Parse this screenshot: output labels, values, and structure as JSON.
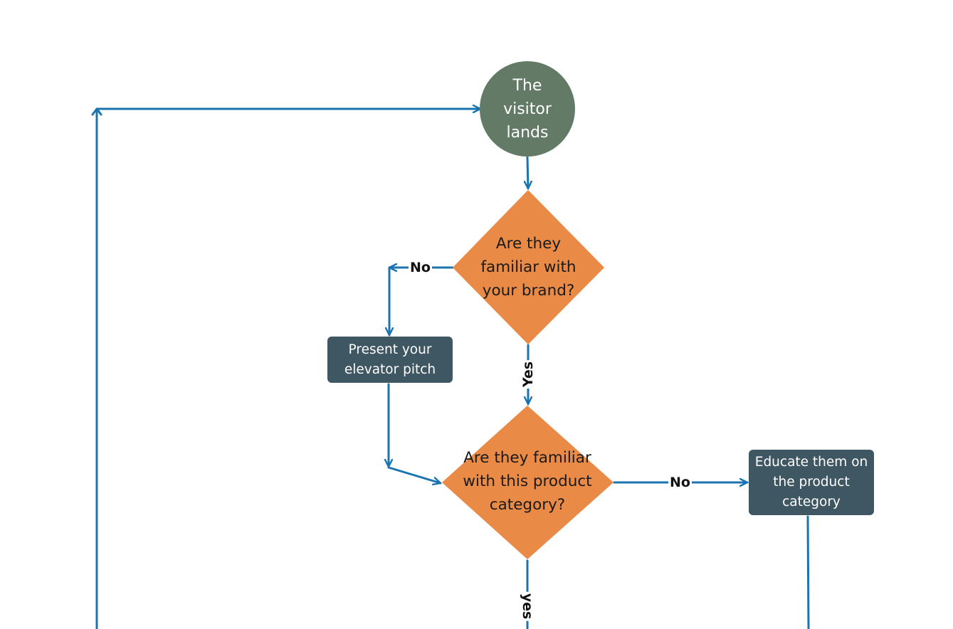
{
  "colors": {
    "connector": "#1a74b0",
    "start_node": "#637a66",
    "decision_node": "#e98a46",
    "process_node": "#3f5663",
    "text_dark": "#1a1a1a",
    "text_light": "#ffffff"
  },
  "nodes": {
    "start": {
      "label": "The visitor lands"
    },
    "decision_brand": {
      "label": "Are they familiar with your brand?"
    },
    "process_elevator": {
      "label": "Present your elevator pitch"
    },
    "decision_category": {
      "label": "Are they familiar with this product category?"
    },
    "process_educate": {
      "label": "Educate them on the product category"
    }
  },
  "edge_labels": {
    "brand_no": "No",
    "brand_yes": "Yes",
    "category_no": "No",
    "category_yes": "yes"
  }
}
